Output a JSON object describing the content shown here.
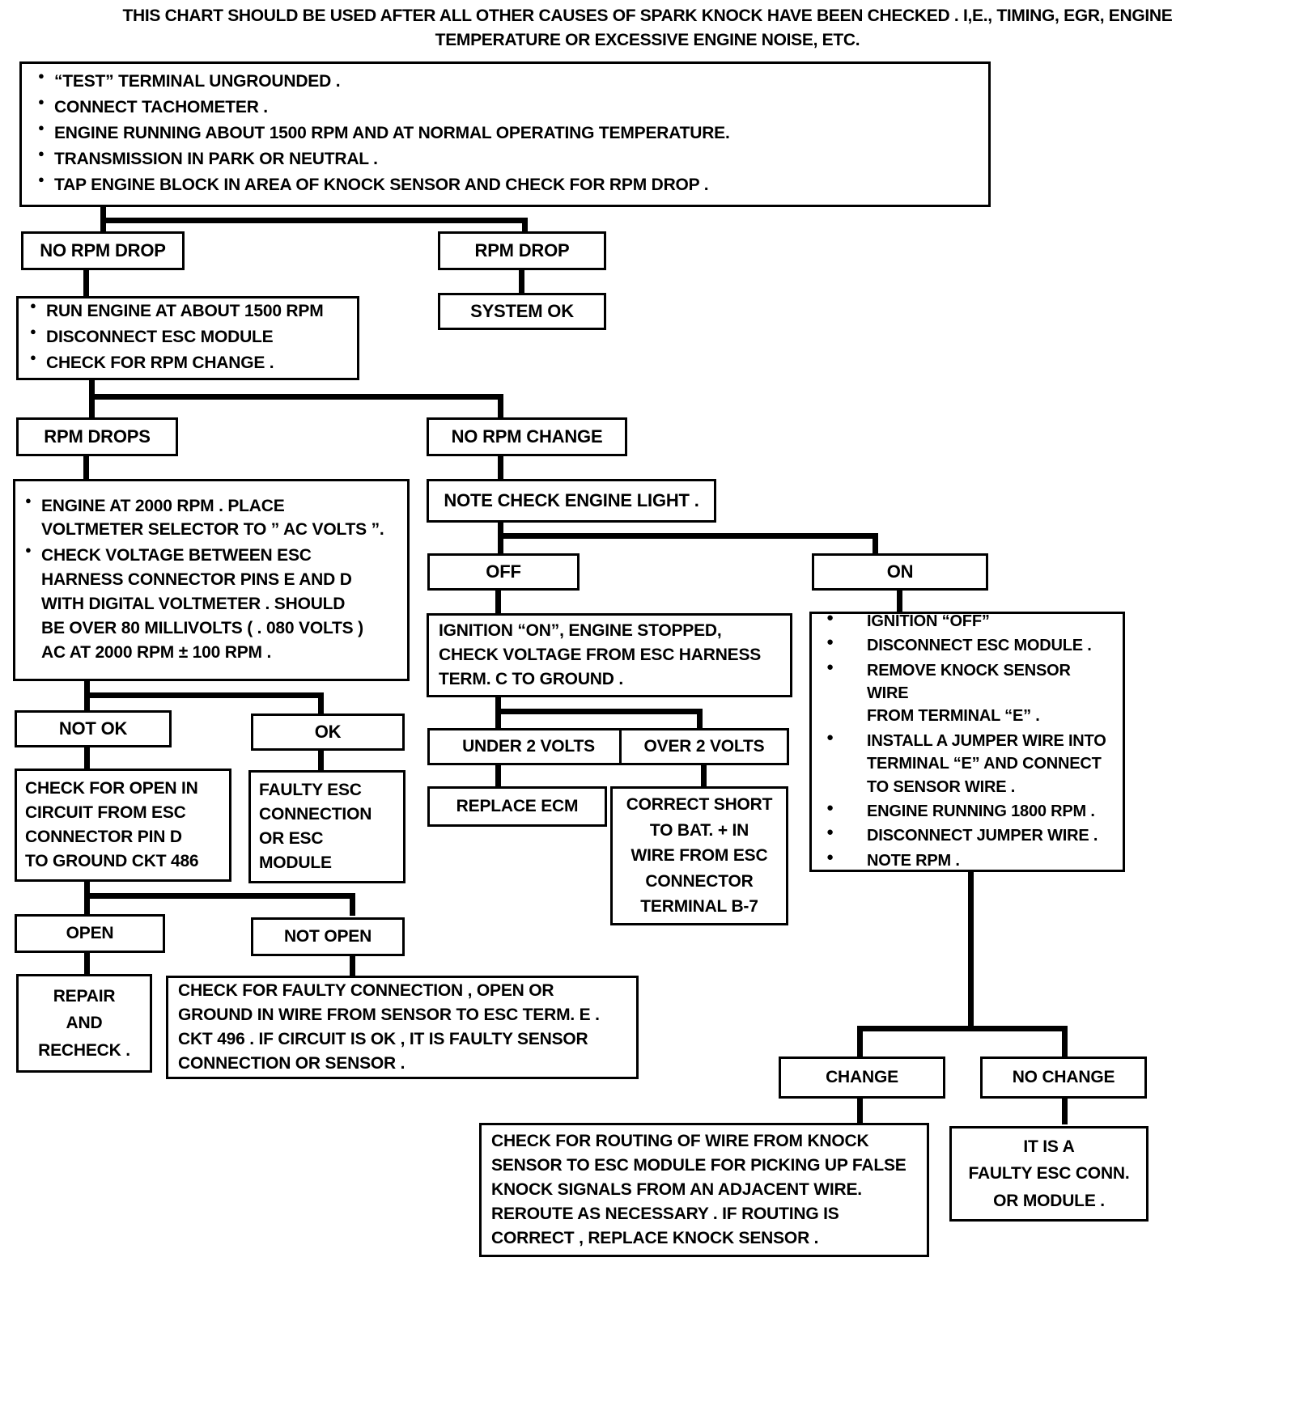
{
  "chart_data": {
    "type": "diagram",
    "title": "ESC / Knock Sensor Diagnostic Flow Chart",
    "header_note": "THIS CHART SHOULD BE USED AFTER ALL OTHER CAUSES OF SPARK KNOCK HAVE BEEN CHECKED . I,E.,  TIMING, EGR, ENGINE TEMPERATURE OR EXCESSIVE ENGINE NOISE, ETC.",
    "nodes": [
      {
        "id": "start",
        "label": "• “TEST” TERMINAL UNGROUNDED .\n• CONNECT TACHOMETER ."
      },
      {
        "id": "no_rpm_drop",
        "label": "NO RPM DROP"
      },
      {
        "id": "rpm_drop",
        "label": "RPM DROP"
      },
      {
        "id": "system_ok",
        "label": "SYSTEM OK"
      },
      {
        "id": "rpm_drops",
        "label": "RPM DROPS"
      },
      {
        "id": "no_rpm_change",
        "label": "NO RPM CHANGE"
      },
      {
        "id": "not_ok",
        "label": "NOT OK"
      },
      {
        "id": "ok",
        "label": "OK"
      },
      {
        "id": "off",
        "label": "OFF"
      },
      {
        "id": "on",
        "label": "ON"
      },
      {
        "id": "under2",
        "label": "UNDER 2 VOLTS"
      },
      {
        "id": "over2",
        "label": "OVER 2 VOLTS"
      },
      {
        "id": "open",
        "label": "OPEN"
      },
      {
        "id": "not_open",
        "label": "NOT OPEN"
      },
      {
        "id": "change",
        "label": "CHANGE"
      },
      {
        "id": "no_change",
        "label": "NO CHANGE"
      }
    ],
    "edges": [
      {
        "from": "start",
        "to": "no_rpm_drop"
      },
      {
        "from": "start",
        "to": "rpm_drop"
      },
      {
        "from": "rpm_drop",
        "to": "system_ok"
      },
      {
        "from": "no_rpm_drop",
        "to": "run_engine"
      },
      {
        "from": "run_engine",
        "to": "rpm_drops"
      },
      {
        "from": "run_engine",
        "to": "no_rpm_change"
      },
      {
        "from": "rpm_drops",
        "to": "engine_2000"
      },
      {
        "from": "no_rpm_change",
        "to": "note_light"
      },
      {
        "from": "engine_2000",
        "to": "not_ok"
      },
      {
        "from": "engine_2000",
        "to": "ok"
      },
      {
        "from": "note_light",
        "to": "off"
      },
      {
        "from": "note_light",
        "to": "on"
      },
      {
        "from": "not_ok",
        "to": "check_open"
      },
      {
        "from": "ok",
        "to": "faulty_esc"
      },
      {
        "from": "off",
        "to": "ignition_on"
      },
      {
        "from": "on",
        "to": "ignition_off_list"
      },
      {
        "from": "ignition_on",
        "to": "under2"
      },
      {
        "from": "ignition_on",
        "to": "over2"
      },
      {
        "from": "under2",
        "to": "replace_ecm"
      },
      {
        "from": "over2",
        "to": "correct_short"
      },
      {
        "from": "check_open",
        "to": "open"
      },
      {
        "from": "check_open",
        "to": "not_open"
      },
      {
        "from": "open",
        "to": "repair_recheck"
      },
      {
        "from": "not_open",
        "to": "check_faulty_conn"
      },
      {
        "from": "ignition_off_list",
        "to": "change"
      },
      {
        "from": "ignition_off_list",
        "to": "no_change"
      },
      {
        "from": "change",
        "to": "check_routing"
      },
      {
        "from": "no_change",
        "to": "it_is_faulty"
      }
    ]
  },
  "header": {
    "line1": "THIS CHART SHOULD BE USED AFTER ALL OTHER CAUSES OF SPARK KNOCK HAVE BEEN CHECKED . I,E.,  TIMING, EGR, ENGINE",
    "line2": "TEMPERATURE OR EXCESSIVE ENGINE NOISE, ETC."
  },
  "start_box": {
    "items": [
      "“TEST” TERMINAL UNGROUNDED .",
      "CONNECT TACHOMETER .",
      "ENGINE RUNNING  ABOUT 1500 RPM AND AT NORMAL OPERATING TEMPERATURE.",
      "TRANSMISSION IN PARK OR NEUTRAL .",
      "TAP ENGINE BLOCK IN AREA OF KNOCK SENSOR AND CHECK FOR RPM DROP ."
    ]
  },
  "labels": {
    "no_rpm_drop": "NO RPM DROP",
    "rpm_drop": "RPM DROP",
    "system_ok": "SYSTEM OK",
    "rpm_drops": "RPM DROPS",
    "no_rpm_change": "NO RPM CHANGE",
    "note_check_engine_light": "NOTE CHECK ENGINE LIGHT .",
    "not_ok": "NOT OK",
    "ok": "OK",
    "off": "OFF",
    "on": "ON",
    "under_2_volts": "UNDER 2 VOLTS",
    "over_2_volts": "OVER 2 VOLTS",
    "replace_ecm": "REPLACE ECM",
    "open": "OPEN",
    "not_open": "NOT OPEN",
    "change": "CHANGE",
    "no_change": "NO CHANGE"
  },
  "run_engine_box": {
    "items": [
      "RUN ENGINE AT ABOUT 1500 RPM",
      "DISCONNECT ESC MODULE",
      "CHECK FOR RPM CHANGE ."
    ]
  },
  "engine_2000_box": {
    "items": [
      "ENGINE AT 2000 RPM . PLACE\nVOLTMETER SELECTOR TO ” AC VOLTS ”.",
      "CHECK VOLTAGE BETWEEN ESC\nHARNESS CONNECTOR PINS  E  AND  D\nWITH DIGITAL VOLTMETER . SHOULD\nBE OVER 80 MILLIVOLTS ( . 080  VOLTS )\nAC  AT 2000 RPM ± 100 RPM ."
    ]
  },
  "check_open_box": {
    "text": "CHECK FOR OPEN IN\nCIRCUIT FROM ESC\nCONNECTOR PIN  D\nTO GROUND CKT 486"
  },
  "faulty_esc_box": {
    "text": "FAULTY ESC\nCONNECTION\nOR ESC\nMODULE"
  },
  "ignition_on_box": {
    "text": "IGNITION “ON”, ENGINE STOPPED,\nCHECK VOLTAGE FROM ESC HARNESS\nTERM.  C  TO GROUND ."
  },
  "correct_short_box": {
    "text": "CORRECT SHORT\nTO BAT.  +  IN\nWIRE FROM ESC\nCONNECTOR\nTERMINAL B-7"
  },
  "ignition_off_box": {
    "items": [
      "IGNITION “OFF”",
      "DISCONNECT ESC MODULE .",
      "REMOVE KNOCK SENSOR WIRE\nFROM TERMINAL “E” .",
      "INSTALL A JUMPER WIRE INTO\nTERMINAL “E” AND CONNECT\nTO SENSOR WIRE .",
      "ENGINE RUNNING 1800 RPM .",
      "DISCONNECT JUMPER WIRE .",
      "NOTE RPM ."
    ]
  },
  "repair_recheck_box": {
    "text": "REPAIR\nAND\nRECHECK ."
  },
  "check_faulty_conn_box": {
    "text": "CHECK FOR FAULTY CONNECTION , OPEN OR\nGROUND IN WIRE FROM SENSOR TO ESC TERM.  E .\nCKT 496 . IF CIRCUIT IS OK , IT IS FAULTY SENSOR\nCONNECTION OR SENSOR ."
  },
  "check_routing_box": {
    "text": "CHECK FOR ROUTING OF WIRE FROM KNOCK\nSENSOR TO ESC MODULE FOR PICKING UP FALSE\nKNOCK SIGNALS FROM AN ADJACENT WIRE.\nREROUTE AS NECESSARY . IF ROUTING IS\nCORRECT , REPLACE KNOCK SENSOR ."
  },
  "it_is_faulty_box": {
    "text": "IT IS A\nFAULTY ESC CONN.\nOR MODULE ."
  },
  "colors": {
    "ink": "#000000",
    "paper": "#ffffff"
  }
}
